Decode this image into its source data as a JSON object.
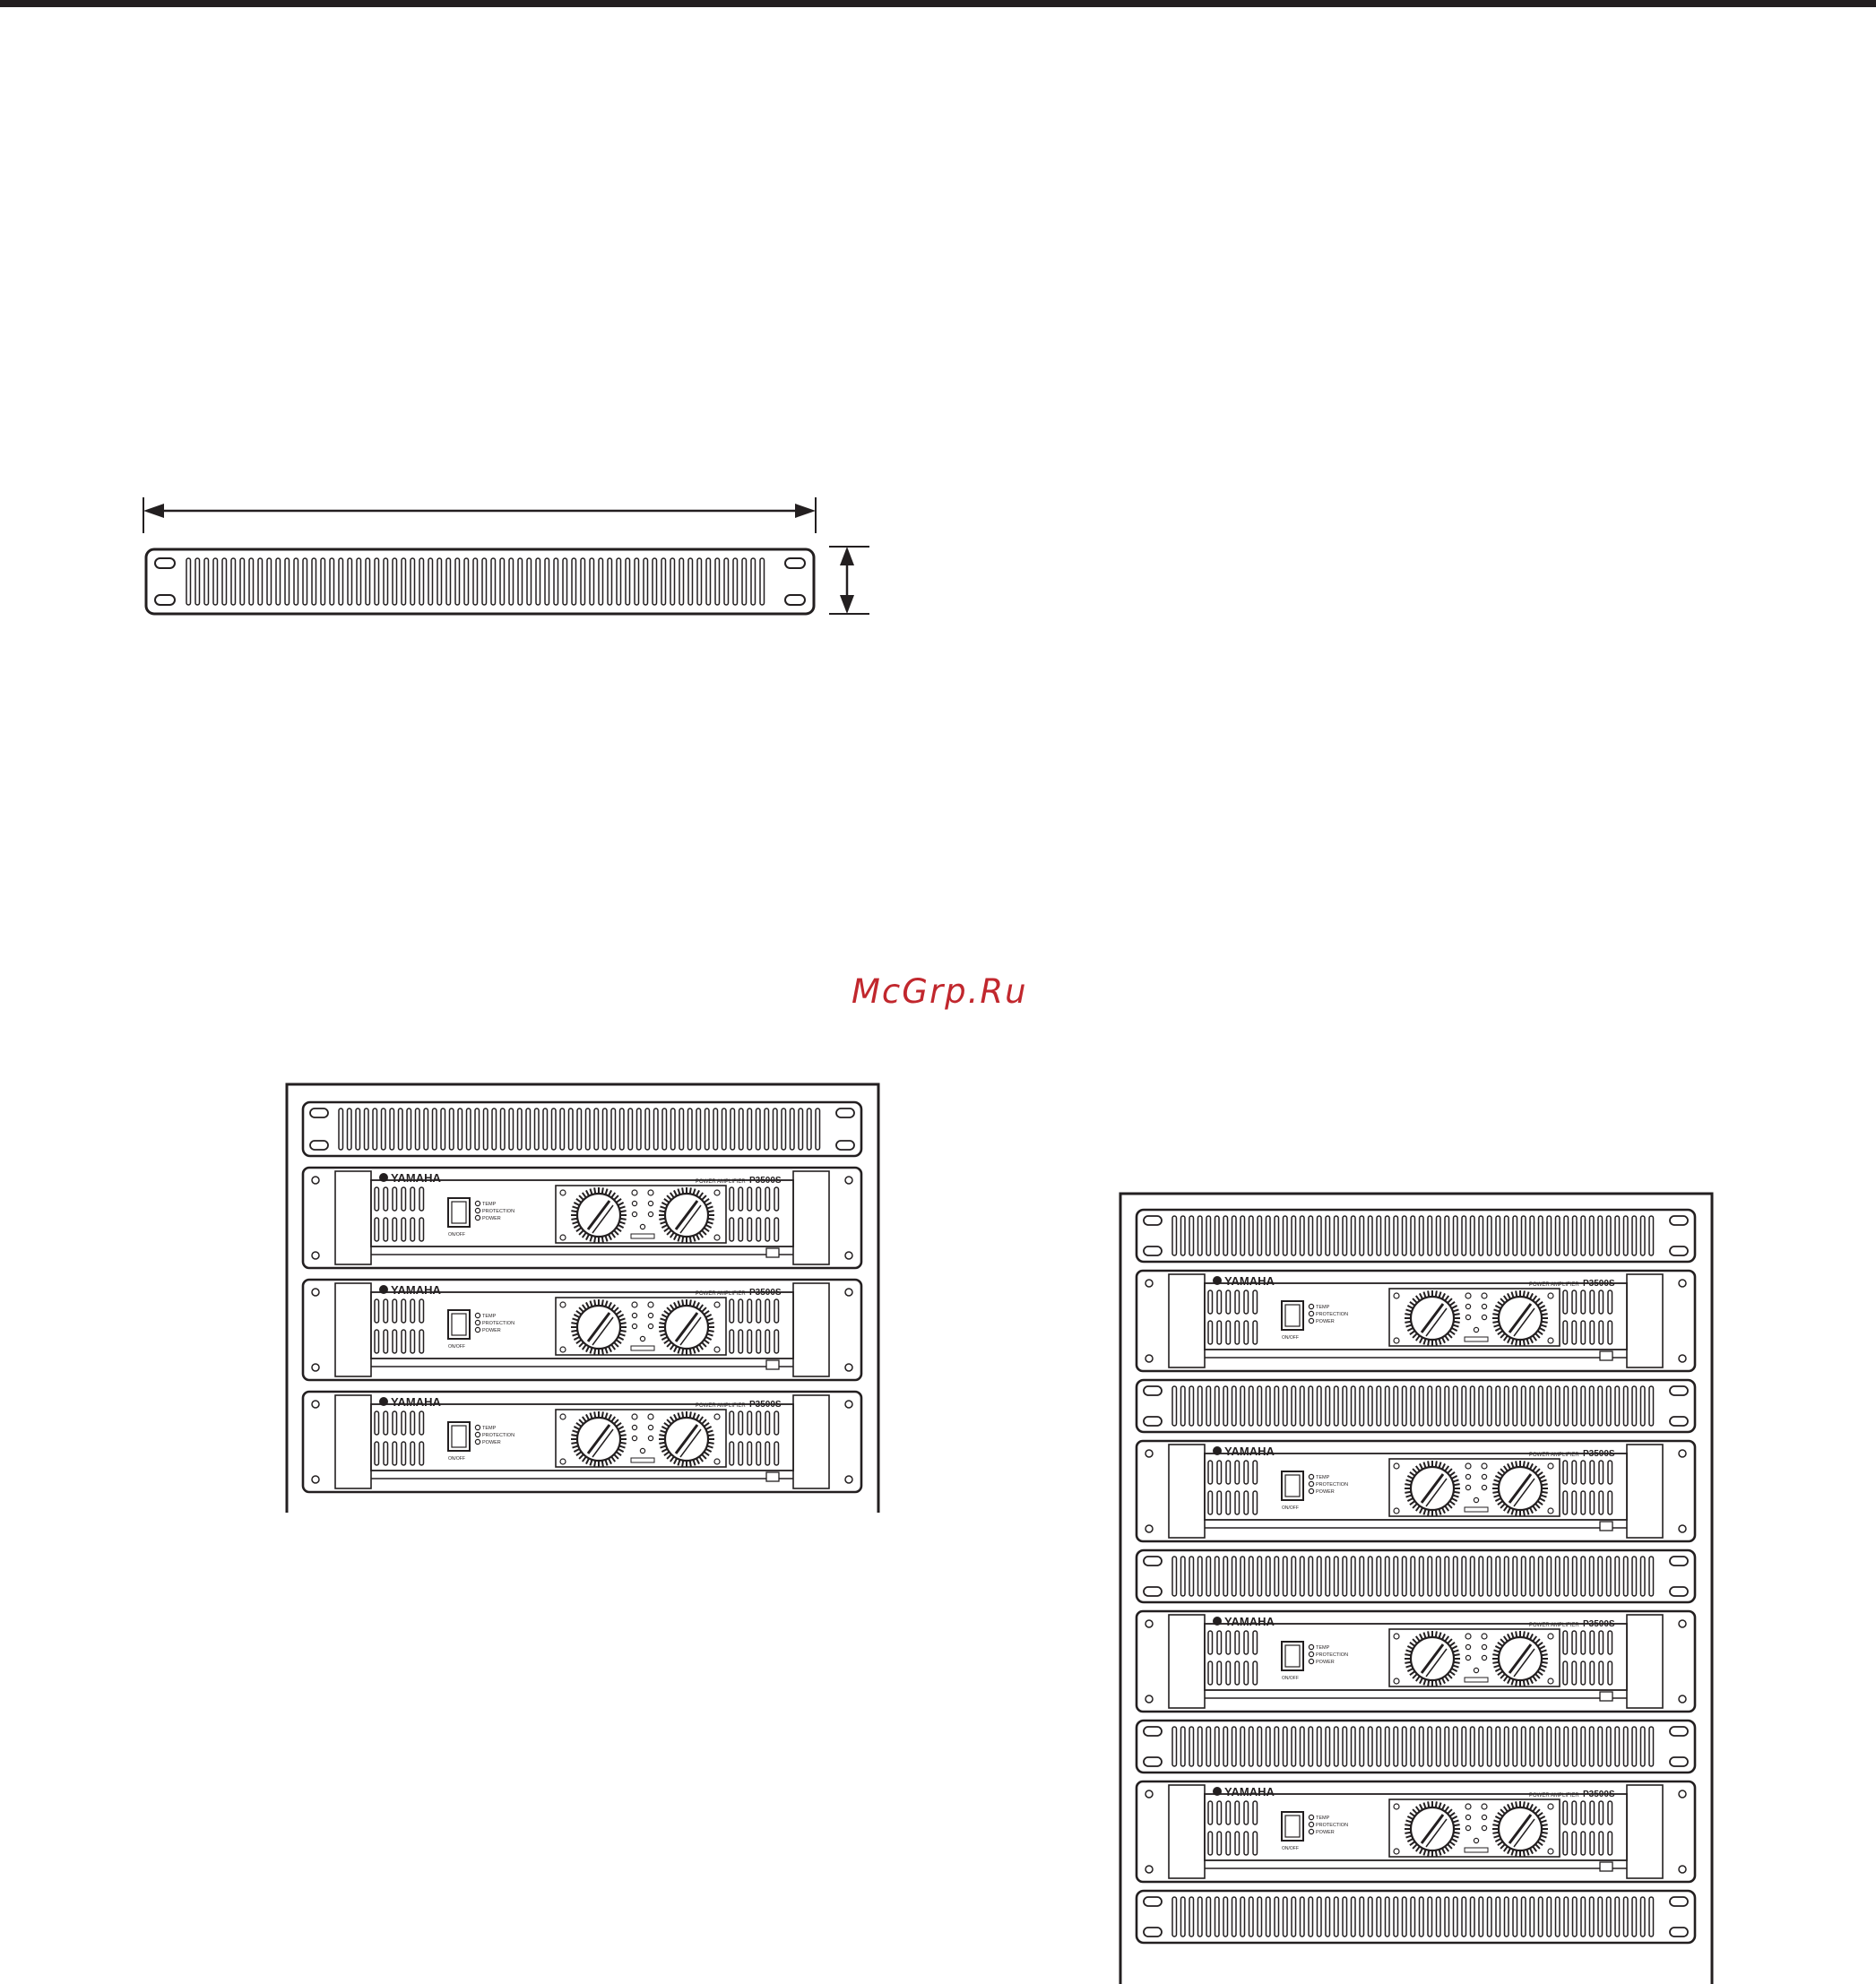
{
  "page": {
    "watermark": "McGrp.Ru"
  },
  "amplifier": {
    "brand": "YAMAHA",
    "product": "POWER AMPLIFIER",
    "model": "P3500S",
    "indicators": [
      "TEMP",
      "PROTECTION",
      "POWER"
    ],
    "switch_label": "ON/OFF"
  },
  "figures": {
    "blank_panel": {
      "arrows": [
        "width-dimension",
        "height-dimension"
      ]
    },
    "rack_a": {
      "stack": [
        "panel",
        "amp",
        "amp",
        "amp"
      ]
    },
    "rack_b": {
      "stack": [
        "panel",
        "amp",
        "panel",
        "amp",
        "panel",
        "amp",
        "panel",
        "amp",
        "panel"
      ]
    }
  },
  "colors": {
    "ink": "#231f20",
    "watermark": "#c1272d",
    "paper": "#ffffff"
  }
}
